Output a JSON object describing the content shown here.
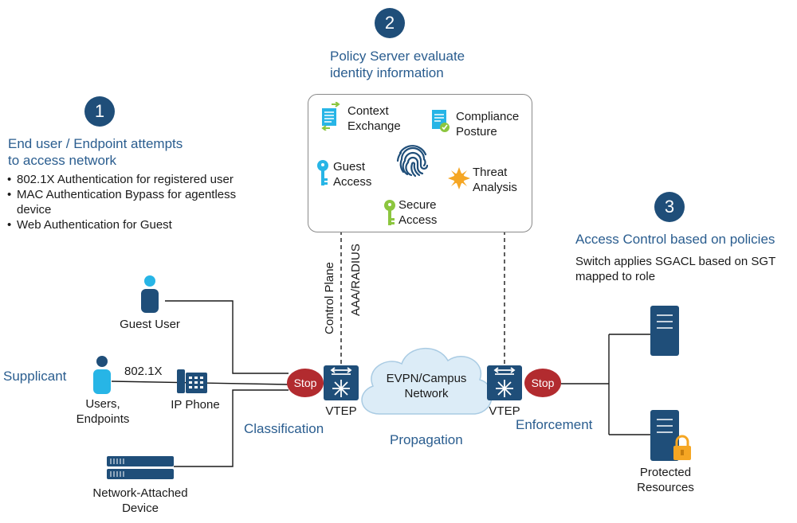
{
  "steps": {
    "one": {
      "number": "1",
      "title_line1": "End user / Endpoint attempts",
      "title_line2": "to access network",
      "bullets": [
        "802.1X Authentication for registered user",
        "MAC Authentication Bypass for agentless",
        "device",
        "Web Authentication for Guest"
      ]
    },
    "two": {
      "number": "2",
      "title_line1": "Policy Server evaluate",
      "title_line2": "identity information"
    },
    "three": {
      "number": "3",
      "title": "Access Control based on policies",
      "desc_line1": "Switch applies SGACL based on SGT",
      "desc_line2": "mapped to role"
    }
  },
  "policy": {
    "context_exchange": [
      "Context",
      "Exchange"
    ],
    "compliance_posture": [
      "Compliance",
      "Posture"
    ],
    "guest_access": [
      "Guest",
      "Access"
    ],
    "threat_analysis": [
      "Threat",
      "Analysis"
    ],
    "secure_access": [
      "Secure",
      "Access"
    ]
  },
  "vertical_labels": {
    "control_plane": "Control Plane",
    "aaa_radius": "AAA/RADIUS"
  },
  "left": {
    "guest_user": "Guest User",
    "supplicant": "Supplicant",
    "dot1x": "802.1X",
    "users_endpoints": [
      "Users,",
      "Endpoints"
    ],
    "ip_phone": "IP Phone",
    "nad": [
      "Network-Attached",
      "Device"
    ]
  },
  "network": {
    "stop": "Stop",
    "vtep": "VTEP",
    "cloud": [
      "EVPN/Campus",
      "Network"
    ],
    "classification": "Classification",
    "propagation": "Propagation",
    "enforcement": "Enforcement"
  },
  "right": {
    "protected": [
      "Protected",
      "Resources"
    ]
  },
  "colors": {
    "navy": "#1f4e79",
    "accent_blue": "#2a5d8f",
    "stop_red": "#b22b2f",
    "cloud": "#dcecf7",
    "cyan": "#27b5e6",
    "green": "#8cc63f",
    "orange": "#f5a623"
  }
}
